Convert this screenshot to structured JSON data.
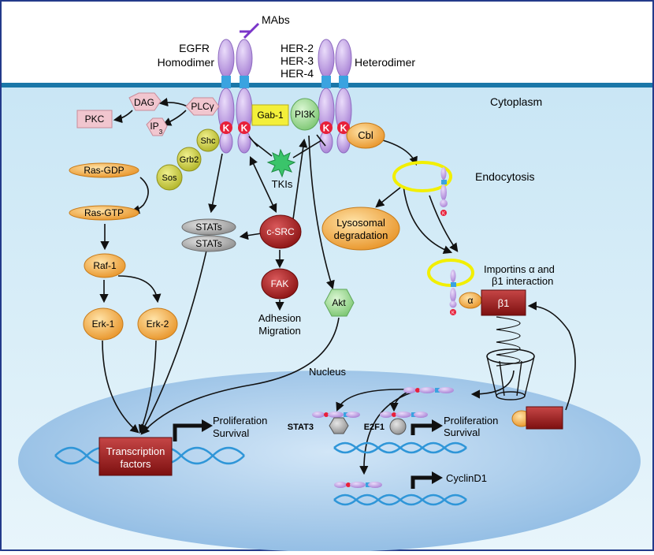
{
  "labels": {
    "mabs": "MAbs",
    "egfr": "EGFR",
    "homodimer": "Homodimer",
    "her2": "HER-2",
    "her3": "HER-3",
    "her4": "HER-4",
    "heterodimer": "Heterodimer",
    "cytoplasm": "Cytoplasm",
    "nucleus": "Nucleus",
    "k": "K",
    "dag": "DAG",
    "plcg": "PLCγ",
    "pkc": "PKC",
    "ip": "IP",
    "ip_sub": "3",
    "gab1": "Gab-1",
    "pi3k": "PI3K",
    "cbl": "Cbl",
    "shc": "Shc",
    "grb2": "Grb2",
    "sos": "Sos",
    "tkis": "TKIs",
    "ras_gdp": "Ras-GDP",
    "ras_gtp": "Ras-GTP",
    "raf1": "Raf-1",
    "erk1": "Erk-1",
    "erk2": "Erk-2",
    "stats": "STATs",
    "csrc": "c-SRC",
    "fak": "FAK",
    "adhesion": "Adhesion",
    "migration": "Migration",
    "akt": "Akt",
    "endocytosis": "Endocytosis",
    "lysosomal": "Lysosomal",
    "degradation": "degradation",
    "importins_1": "Importins α and",
    "importins_2": "β1 interaction",
    "alpha": "α",
    "beta1": "β1",
    "transcription": "Transcription",
    "factors": "factors",
    "proliferation": "Proliferation",
    "survival": "Survival",
    "stat3": "STAT3",
    "e2f1": "E2F1",
    "cyclind1": "CyclinD1"
  },
  "colors": {
    "cytoplasm": "#d3ebf7",
    "membrane": "#1a77a8",
    "nucleus": "#a9cdeb",
    "receptor": "#c6a6e6",
    "kinase_k": "#e8203a",
    "orange": "#f2a33a",
    "yellow_green": "#c4c63a",
    "pink": "#f1c6cf",
    "dark_red": "#9e1e1e",
    "green": "#9bd98f",
    "gray": "#a9a9a9",
    "yellow_ring": "#f2ef00",
    "frame_border": "#233a8a"
  }
}
